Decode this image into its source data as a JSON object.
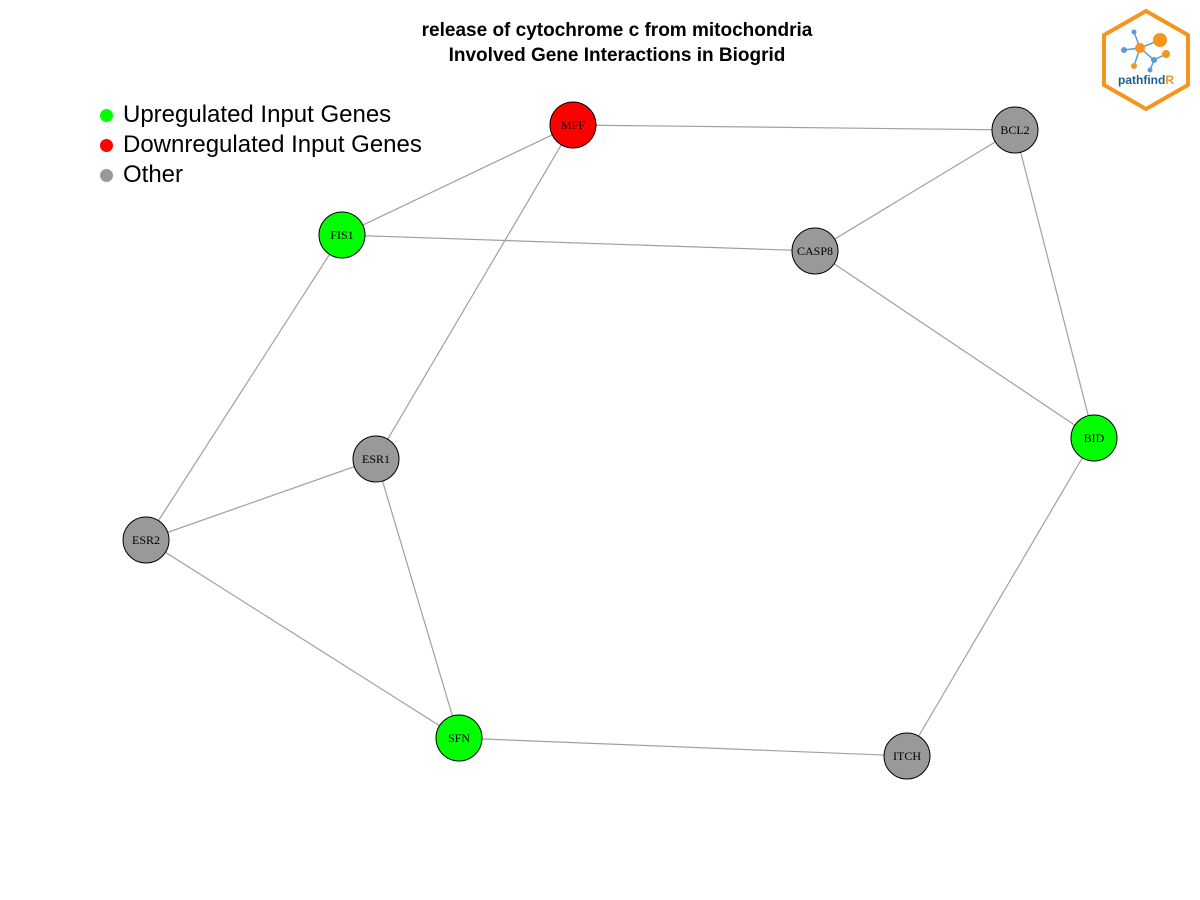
{
  "title": {
    "line1": "release of cytochrome c from mitochondria",
    "line2": "Involved Gene Interactions in Biogrid"
  },
  "legend": [
    {
      "label": "Upregulated Input Genes",
      "color": "#00ff00"
    },
    {
      "label": "Downregulated Input Genes",
      "color": "#ff0000"
    },
    {
      "label": "Other",
      "color": "#999999"
    }
  ],
  "logo": {
    "text_main": "pathfind",
    "text_accent": "R",
    "accent_color": "#f7941d",
    "text_color": "#1d5f8a"
  },
  "nodes": [
    {
      "id": "MFF",
      "label": "MFF",
      "status": "down"
    },
    {
      "id": "BCL2",
      "label": "BCL2",
      "status": "other"
    },
    {
      "id": "FIS1",
      "label": "FIS1",
      "status": "up"
    },
    {
      "id": "CASP8",
      "label": "CASP8",
      "status": "other"
    },
    {
      "id": "BID",
      "label": "BID",
      "status": "up"
    },
    {
      "id": "ESR1",
      "label": "ESR1",
      "status": "other"
    },
    {
      "id": "ESR2",
      "label": "ESR2",
      "status": "other"
    },
    {
      "id": "SFN",
      "label": "SFN",
      "status": "up"
    },
    {
      "id": "ITCH",
      "label": "ITCH",
      "status": "other"
    }
  ],
  "edges": [
    [
      "MFF",
      "BCL2"
    ],
    [
      "MFF",
      "FIS1"
    ],
    [
      "MFF",
      "ESR1"
    ],
    [
      "BCL2",
      "CASP8"
    ],
    [
      "BCL2",
      "BID"
    ],
    [
      "FIS1",
      "CASP8"
    ],
    [
      "FIS1",
      "ESR2"
    ],
    [
      "CASP8",
      "BID"
    ],
    [
      "BID",
      "ITCH"
    ],
    [
      "ESR1",
      "ESR2"
    ],
    [
      "ESR1",
      "SFN"
    ],
    [
      "ESR2",
      "SFN"
    ],
    [
      "SFN",
      "ITCH"
    ]
  ],
  "colors": {
    "up": "#00ff00",
    "down": "#ff0000",
    "other": "#999999",
    "edge": "#a0a0a0"
  }
}
